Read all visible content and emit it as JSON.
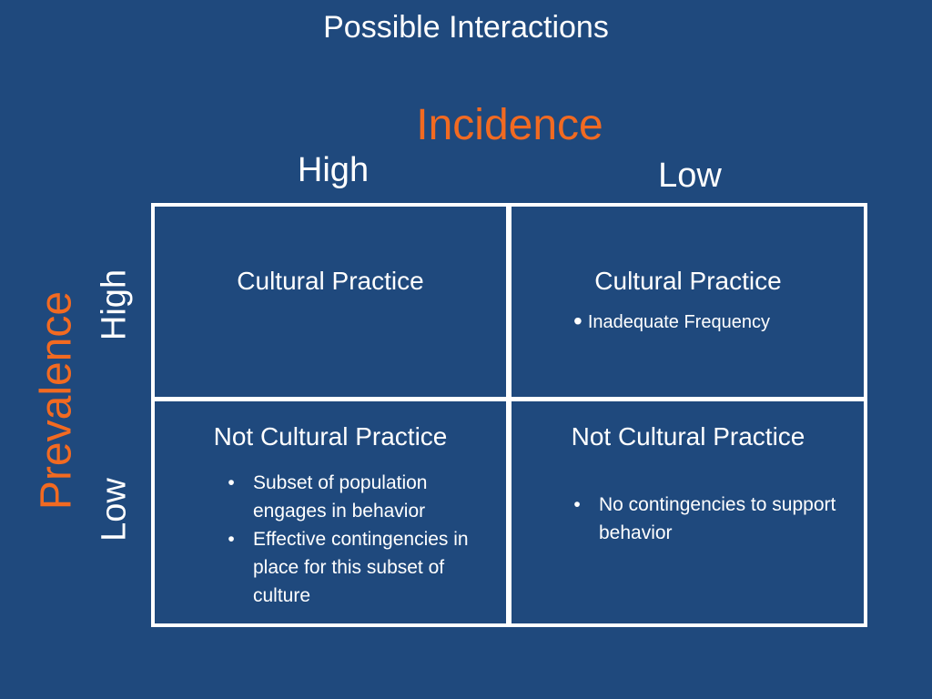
{
  "title": "Possible Interactions",
  "incidence": {
    "label": "Incidence",
    "high": "High",
    "low": "Low"
  },
  "prevalence": {
    "label": "Prevalence",
    "high": "High",
    "low": "Low"
  },
  "colors": {
    "background": "#1f497d",
    "accent": "#f26a21",
    "text": "#ffffff"
  },
  "cells": {
    "high_high": {
      "heading": "Cultural Practice"
    },
    "high_low": {
      "heading": "Cultural Practice",
      "note": "Inadequate Frequency",
      "note_bullet": "•"
    },
    "low_high": {
      "heading": "Not Cultural Practice",
      "bullets": [
        "Subset of population engages in behavior",
        "Effective contingencies in place for this subset of culture"
      ]
    },
    "low_low": {
      "heading": "Not Cultural Practice",
      "bullets": [
        "No contingencies to support behavior"
      ]
    }
  }
}
